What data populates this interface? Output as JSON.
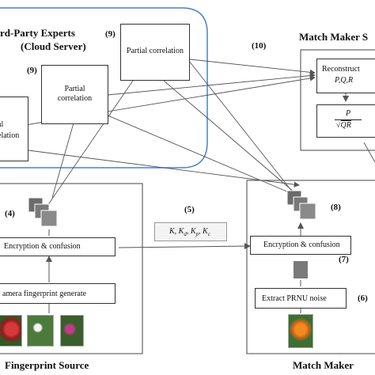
{
  "cloud": {
    "title_line1": "rd-Party Experts",
    "title_line2": "(Cloud Server)",
    "box_partial_correlation": "Partial correlation",
    "box_left_partial_fragment": "al\ncorrelation",
    "step_9a": "(9)",
    "step_9b": "(9)"
  },
  "matchmaker_server": {
    "title": "Match Maker S",
    "reconstruct_label": "Reconstruct",
    "reconstruct_vars": "P,Q,R",
    "formula_numerator": "P",
    "formula_denominator": "QR",
    "step_10": "(10)"
  },
  "fingerprint_source": {
    "title": "Fingerprint Source",
    "encryption_box": "Encryption & confusion",
    "generate_box": "amera fingerprint generate",
    "step_4": "(4)"
  },
  "keys": {
    "step_5": "(5)",
    "key_text": "K, Kd, Kp, Kc"
  },
  "match_maker": {
    "title": "Match Maker",
    "encryption_box": "Encryption & confusion",
    "prnu_box": "Extract PRNU noise",
    "step_6": "(6)",
    "step_7": "(7)",
    "step_8": "(8)"
  },
  "colors": {
    "cloud_border": "#4a7fd0",
    "box_border": "#333333",
    "arrow": "#555555",
    "block_dark": "#6b6b6b",
    "block_mid": "#8a8a8a"
  },
  "icons": [
    "arrow-icon",
    "flower-photo-red",
    "flower-photo-white",
    "flower-photo-pink",
    "flower-photo-orange",
    "stacked-blocks-icon"
  ]
}
